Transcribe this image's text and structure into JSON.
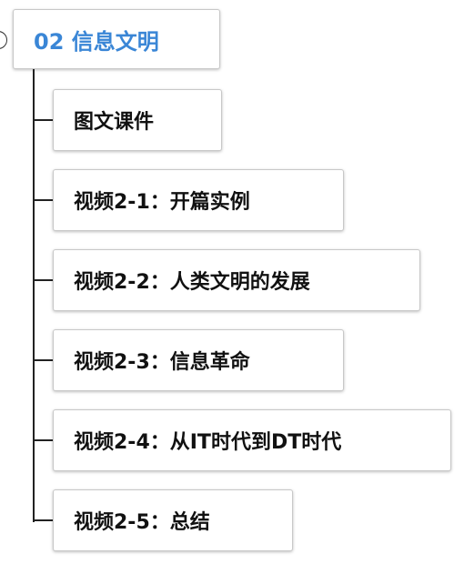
{
  "root": {
    "title": "02 信息文明"
  },
  "children": [
    {
      "label": "图文课件"
    },
    {
      "label": "视频2-1：开篇实例"
    },
    {
      "label": "视频2-2：人类文明的发展"
    },
    {
      "label": "视频2-3：信息革命"
    },
    {
      "label": "视频2-4：从IT时代到DT时代"
    },
    {
      "label": "视频2-5：总结"
    }
  ],
  "colors": {
    "root_text": "#3a86d6",
    "child_text": "#111111",
    "connector": "#222222",
    "node_border": "#c8c8c8"
  }
}
